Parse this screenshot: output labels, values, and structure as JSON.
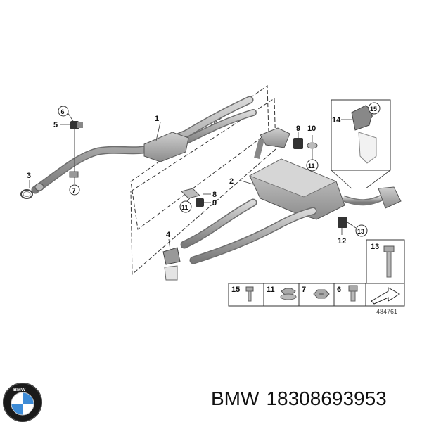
{
  "diagram": {
    "callouts": {
      "c1": "1",
      "c2": "2",
      "c3": "3",
      "c4": "4",
      "c5": "5",
      "c6": "6",
      "c7": "7",
      "c8": "8",
      "c9a": "9",
      "c9b": "9",
      "c10": "10",
      "c11a": "11",
      "c11b": "11",
      "c12": "12",
      "c13": "13",
      "c14": "14",
      "c15": "15"
    },
    "legend": {
      "top": "13",
      "items": [
        "15",
        "11",
        "7",
        "6"
      ]
    },
    "drawing_code": "484761"
  },
  "footer": {
    "brand": "BMW",
    "part_number": "18308693953"
  },
  "logo": {
    "text": "BMW",
    "colors": {
      "blue": "#3d8bd6",
      "ring": "#1a1a1a",
      "white": "#ffffff"
    }
  }
}
